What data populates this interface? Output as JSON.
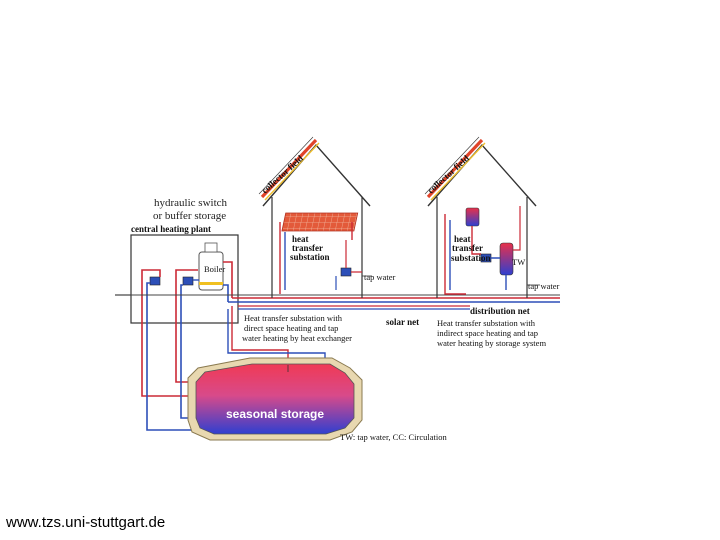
{
  "labels": {
    "collector_field": "collector field",
    "hydraulic_switch_line1": "hydraulic switch",
    "hydraulic_switch_line2": "or buffer storage",
    "central_heating_plant": "central heating  plant",
    "boiler": "Boiler",
    "heat_transfer_substation_1": "heat",
    "heat_transfer_substation_2": "transfer",
    "heat_transfer_substation_3": "substation",
    "tap_water": "tap water",
    "tw": "TW",
    "distribution_net": "distribution net",
    "solar_net": "solar net",
    "direct_line1": "Heat transfer substation with",
    "direct_line2": "direct space heating and tap",
    "direct_line3": "water heating by heat exchanger",
    "indirect_line1": "Heat transfer substation with",
    "indirect_line2": "indirect space heating and tap",
    "indirect_line3": "water heating by storage system",
    "seasonal_storage": "seasonal storage",
    "legend_note": "TW: tap water, CC: Circulation"
  },
  "footer": {
    "source": "www.tzs.uni-stuttgart.de"
  },
  "colors": {
    "supply": "#cc2a36",
    "return": "#2d4fb8",
    "storage_top": "#e8304a",
    "storage_bottom": "#2f3fd0",
    "collector": "#e0442a"
  }
}
